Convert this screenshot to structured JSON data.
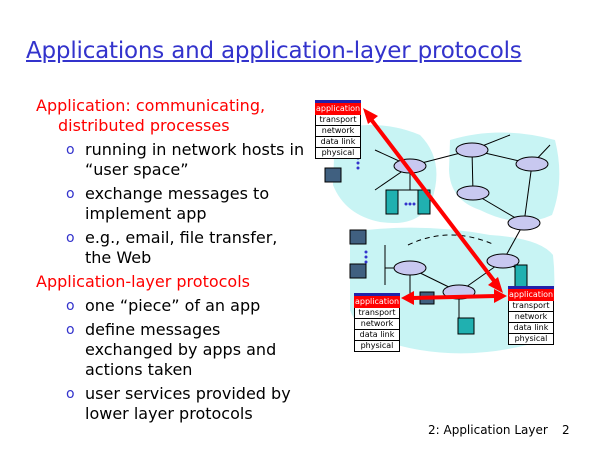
{
  "title": "Applications and application-layer protocols",
  "section1": {
    "heading_lines": [
      "Application: communicating,",
      "distributed processes"
    ],
    "bullets": [
      [
        "running in network hosts in",
        "“user space”"
      ],
      [
        "exchange messages to",
        "implement app"
      ],
      [
        "e.g., email, file transfer,",
        "the Web"
      ]
    ]
  },
  "section2": {
    "heading": "Application-layer protocols",
    "bullets": [
      [
        "one “piece” of an app"
      ],
      [
        "define messages",
        "exchanged by apps and",
        "actions taken"
      ],
      [
        "user services provided by",
        "lower layer protocols"
      ]
    ]
  },
  "stack_layers": [
    "application",
    "transport",
    "network",
    "data link",
    "physical"
  ],
  "footer": {
    "chapter": "2: Application Layer",
    "page": "2"
  },
  "colors": {
    "title": "#3333cc",
    "heading": "#ff0000",
    "cloud": "#c8f4f4",
    "router": "#c8c8f0"
  }
}
